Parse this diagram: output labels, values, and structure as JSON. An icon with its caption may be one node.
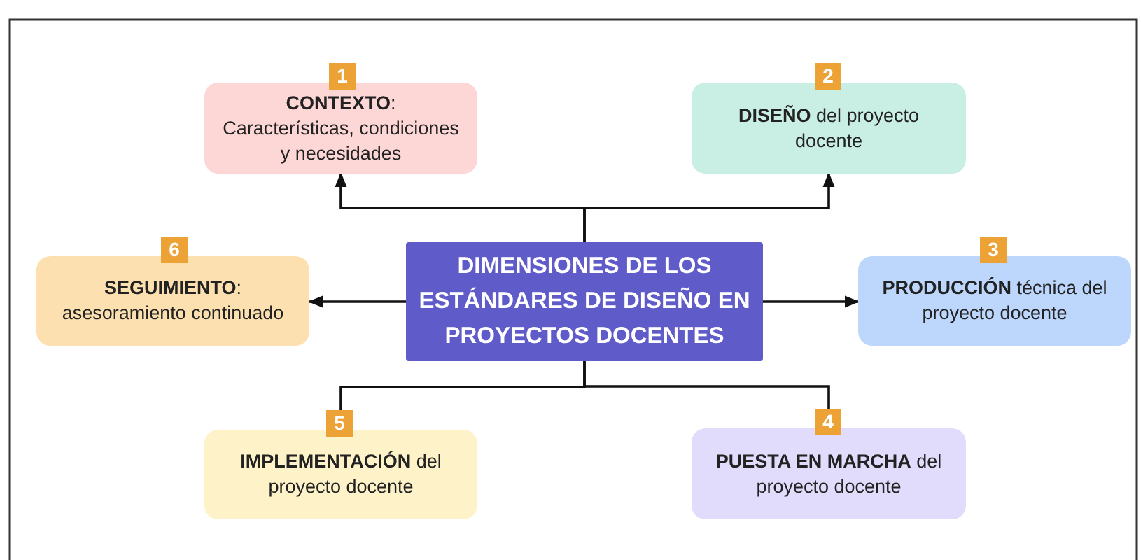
{
  "diagram": {
    "nodes": [
      {
        "text": [
          "1",
          "**CONTEXTO**:",
          "Características, condiciones y necesidades"
        ]
      },
      {
        "text": [
          "2",
          "**DISEÑO** del proyecto docente"
        ]
      },
      {
        "text": [
          "6",
          "**SEGUIMIENTO**:",
          "asesoramiento continuado"
        ]
      },
      {
        "text": [
          "DIMENSIONES DE LOS ESTÁNDARES DE DISEÑO EN PROYECTOS DOCENTES"
        ]
      },
      {
        "text": [
          "3",
          "**PRODUCCIÓN** técnica del proyecto docente"
        ]
      },
      {
        "text": [
          "5",
          "**IMPLEMENTACIÓN** del proyecto docente"
        ]
      },
      {
        "text": [
          "4",
          "**PUESTA EN MARCHA** del proyecto docente"
        ]
      }
    ],
    "edges": [
      {
        "from": 3,
        "to": 0,
        "arrow": "to"
      },
      {
        "from": 3,
        "to": 1,
        "arrow": "to"
      },
      {
        "from": 3,
        "to": 2,
        "arrow": "to"
      },
      {
        "from": 3,
        "to": 4,
        "arrow": "to"
      },
      {
        "from": 3,
        "to": 5,
        "arrow": "none"
      },
      {
        "from": 3,
        "to": 6,
        "arrow": "none"
      }
    ]
  }
}
